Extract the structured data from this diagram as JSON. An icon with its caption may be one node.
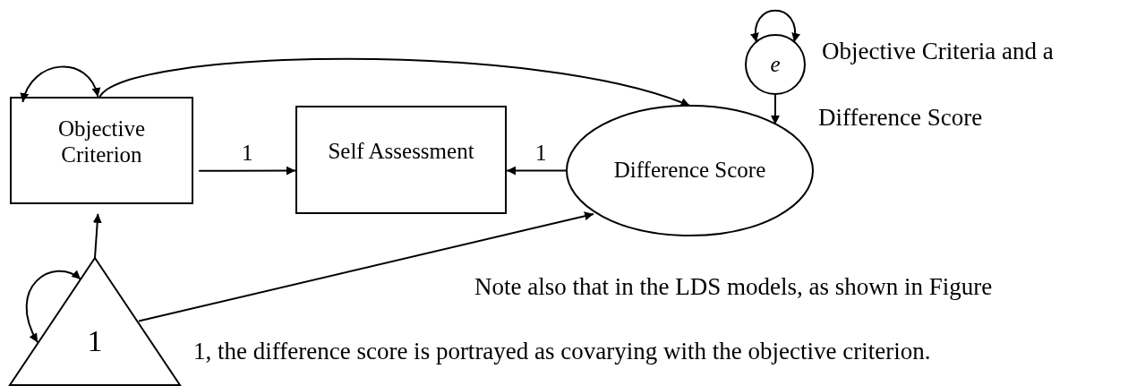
{
  "diagram": {
    "nodes": [
      {
        "text": [
          "Objective Criterion"
        ]
      },
      {
        "text": [
          "Self Assessment"
        ]
      },
      {
        "text": [
          "Difference Score"
        ]
      },
      {
        "text": [
          "1"
        ]
      },
      {
        "text": [
          "e"
        ]
      }
    ],
    "edges": [
      {
        "from": 0,
        "to": 1,
        "arrow": "to",
        "label": "1"
      },
      {
        "from": 2,
        "to": 1,
        "arrow": "to",
        "label": "1"
      },
      {
        "from": 0,
        "to": 2,
        "arrow": "to"
      },
      {
        "from": 3,
        "to": 0,
        "arrow": "to"
      },
      {
        "from": 3,
        "to": 2,
        "arrow": "to"
      },
      {
        "from": 0,
        "to": 0,
        "arrow": "both"
      },
      {
        "from": 3,
        "to": 3,
        "arrow": "both"
      },
      {
        "from": 4,
        "to": 4,
        "arrow": "both"
      },
      {
        "from": 4,
        "to": 2,
        "arrow": "to"
      }
    ],
    "labels": [
      "Objective Criteria and a",
      "Difference Score",
      "Note also that in the LDS models, as shown in Figure",
      "1, the difference score is portrayed as covarying with the objective criterion."
    ]
  }
}
